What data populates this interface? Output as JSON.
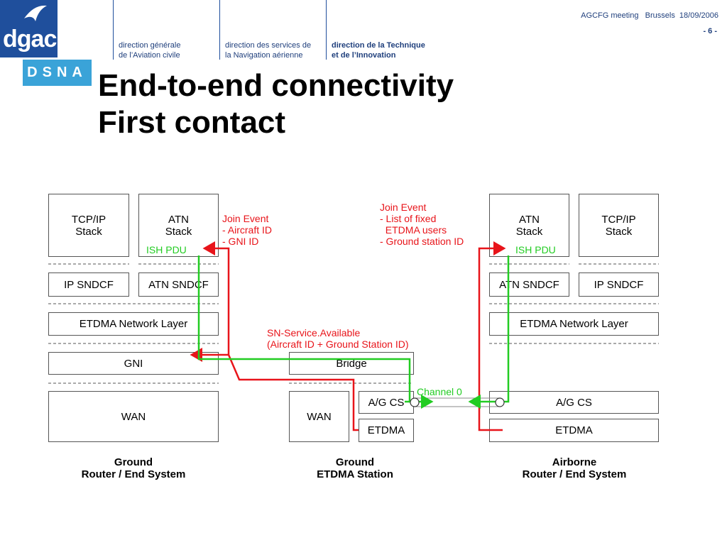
{
  "header": {
    "logo_text": "dgac",
    "logo_sub": "DSNA",
    "org1_line1": "direction générale",
    "org1_line2": "de l’Aviation civile",
    "org2_line1": "direction des services de",
    "org2_line2": "la Navigation aérienne",
    "org3_line1": "direction de la Technique",
    "org3_line2": "et de l’Innovation",
    "meeting": "AGCFG meeting   Brussels  18/09/2006",
    "page": "- 6 -"
  },
  "title": {
    "line1": "End-to-end connectivity",
    "line2": "First contact"
  },
  "diagram": {
    "ground_tcpip": "TCP/IP\nStack",
    "ground_atn": "ATN\nStack",
    "ground_ip_sndcf": "IP SNDCF",
    "ground_atn_sndcf": "ATN SNDCF",
    "ground_etdma_layer": "ETDMA Network Layer",
    "ground_gni": "GNI",
    "ground_wan": "WAN",
    "station_bridge": "Bridge",
    "station_wan": "WAN",
    "station_agcs": "A/G CS",
    "station_etdma": "ETDMA",
    "air_atn": "ATN\nStack",
    "air_tcpip": "TCP/IP\nStack",
    "air_atn_sndcf": "ATN SNDCF",
    "air_ip_sndcf": "IP SNDCF",
    "air_etdma_layer": "ETDMA Network Layer",
    "air_agcs": "A/G CS",
    "air_etdma": "ETDMA",
    "cap_ground": "Ground\nRouter / End System",
    "cap_station": "Ground\nETDMA Station",
    "cap_air": "Airborne\nRouter / End System",
    "join_event_ground": "Join Event\n- Aircraft ID\n- GNI ID",
    "join_event_air": "Join Event\n- List of fixed\n  ETDMA users\n- Ground station ID",
    "sn_service": "SN-Service.Available\n(Aircraft ID + Ground Station ID)",
    "ish_pdu_ground": "ISH PDU",
    "ish_pdu_air": "ISH PDU",
    "channel0": "Channel 0"
  },
  "colors": {
    "red": "#e8141a",
    "green": "#22cc22",
    "brand_blue": "#1f4f9c",
    "dsna_blue": "#3aa3d8"
  }
}
